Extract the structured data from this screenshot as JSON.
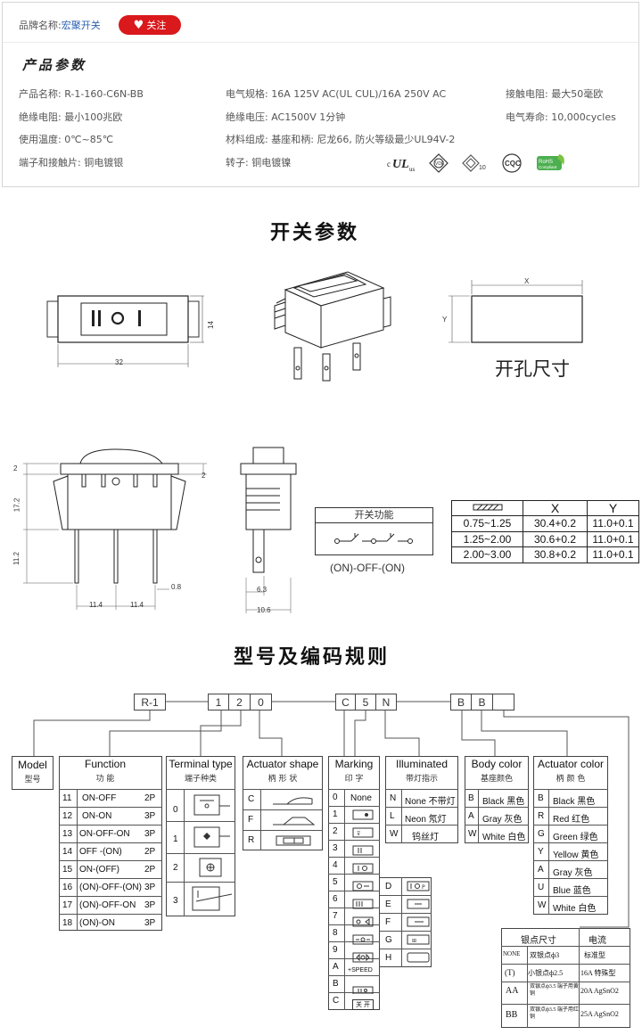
{
  "brand": {
    "label": "品牌名称:",
    "name": "宏聚开关",
    "follow_label": "关注"
  },
  "params": {
    "title": "产品参数",
    "items": [
      "产品名称: R-1-160-C6N-BB",
      "电气规格: 16A  125V  AC(UL CUL)/16A 250V  AC",
      "接触电阻: 最大50毫欧",
      "绝缘电阻: 最小100兆欧",
      "绝缘电压: AC1500V 1分钟",
      "电气寿命: 10,000cycles",
      "使用温度: 0℃~85℃",
      "材料组成: 基座和柄: 尼龙66, 防火等级最少UL94V-2",
      "端子和接触片: 铜电镀银",
      "转子: 铜电镀镍"
    ],
    "certs": [
      "c-ul-us-icon",
      "vde-icon",
      "enec-10-icon",
      "cqc-icon",
      "rohs-compliant-icon"
    ],
    "cert_rohs_sub": "Compliant"
  },
  "switch_params": {
    "title": "开关参数",
    "dim_width": "32",
    "dim_height": "14",
    "hole_x": "X",
    "hole_y": "Y",
    "hole_label": "开孔尺寸",
    "side_dims": {
      "top": "2",
      "body": "17.2",
      "pin": "11.2",
      "pin_w": "0.8",
      "pitch1": "11.4",
      "pitch2": "11.4",
      "right_top": "2",
      "w1": "6.3",
      "w2": "10.6"
    },
    "function_title": "开关功能",
    "function_value": "(ON)-OFF-(ON)"
  },
  "hole_table": {
    "headers": [
      "",
      "X",
      "Y"
    ],
    "rows": [
      [
        "0.75~1.25",
        "30.4+0.2",
        "11.0+0.1"
      ],
      [
        "1.25~2.00",
        "30.6+0.2",
        "11.0+0.1"
      ],
      [
        "2.00~3.00",
        "30.8+0.2",
        "11.0+0.1"
      ]
    ]
  },
  "coding": {
    "title": "型号及编码规则",
    "code_cells": [
      "R-1",
      "1",
      "2",
      "0",
      "C",
      "5",
      "N",
      "B",
      "B",
      ""
    ],
    "model": {
      "head": "Model",
      "sub": "型号"
    },
    "function": {
      "head": "Function",
      "sub": "功    能",
      "rows": [
        [
          "11",
          "ON-OFF",
          "2P"
        ],
        [
          "12",
          "ON-ON",
          "3P"
        ],
        [
          "13",
          "ON-OFF-ON",
          "3P"
        ],
        [
          "14",
          "OFF -(ON)",
          "2P"
        ],
        [
          "15",
          "ON-(OFF)",
          "2P"
        ],
        [
          "16",
          "(ON)-OFF-(ON)",
          "3P"
        ],
        [
          "17",
          "(ON)-OFF-ON",
          "3P"
        ],
        [
          "18",
          "(ON)-ON",
          "3P"
        ]
      ]
    },
    "terminal": {
      "head": "Terminal type",
      "sub": "端子种类",
      "rows": [
        "0",
        "1",
        "2",
        "3"
      ]
    },
    "actuator_shape": {
      "head": "Actuator shape",
      "sub": "柄  形  状",
      "rows": [
        "C",
        "F",
        "R"
      ]
    },
    "marking": {
      "head": "Marking",
      "sub": "印    字",
      "rows": [
        "0",
        "1",
        "2",
        "3",
        "4",
        "5",
        "6",
        "7",
        "8",
        "9",
        "A",
        "B",
        "C"
      ],
      "none_label": "None",
      "speed_label": "+SPEED",
      "guan_kai": "关  开",
      "extra_rows": [
        "D",
        "E",
        "F",
        "G",
        "H"
      ]
    },
    "illuminated": {
      "head": "Illuminated",
      "sub": "带灯指示",
      "rows": [
        [
          "N",
          "None 不带灯"
        ],
        [
          "L",
          "Neon 氖灯"
        ],
        [
          "W",
          "钨丝灯"
        ]
      ]
    },
    "body_color": {
      "head": "Body color",
      "sub": "基座颜色",
      "rows": [
        [
          "B",
          "Black 黑色"
        ],
        [
          "A",
          "Gray 灰色"
        ],
        [
          "W",
          "White 白色"
        ]
      ]
    },
    "actuator_color": {
      "head": "Actuator color",
      "sub": "柄  颜  色",
      "rows": [
        [
          "B",
          "Black 黑色"
        ],
        [
          "R",
          "Red   红色"
        ],
        [
          "G",
          "Green 绿色"
        ],
        [
          "Y",
          "Yellow 黄色"
        ],
        [
          "A",
          "Gray 灰色"
        ],
        [
          "U",
          "Blue   蓝色"
        ],
        [
          "W",
          "White 白色"
        ]
      ]
    },
    "contact": {
      "head1": "银点尺寸",
      "head2": "电流",
      "rows": [
        [
          "NONE",
          "双银点ф3",
          "标准型"
        ],
        [
          "(T)",
          "小银点ф2.5",
          "16A 特殊型"
        ],
        [
          "AA",
          "双银点ф3.5 端子用黄铜",
          "20A AgSnO2"
        ],
        [
          "BB",
          "双银点ф3.5 端子用红铜",
          "25A AgSnO2"
        ]
      ]
    }
  }
}
